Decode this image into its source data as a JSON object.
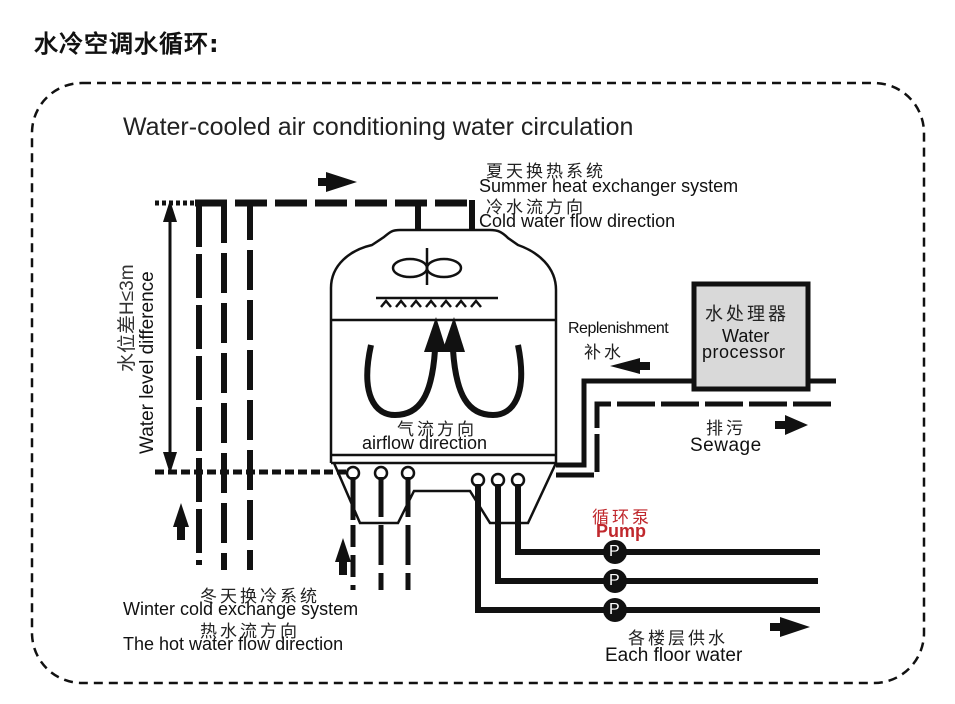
{
  "heading": "水冷空调水循环:",
  "diagram": {
    "title": "Water-cooled air conditioning water circulation",
    "summer": {
      "cn": "夏天换热系统",
      "en": "Summer heat exchanger system"
    },
    "cold_flow": {
      "cn": "冷水流方向",
      "en": "Cold water flow direction"
    },
    "water_level": {
      "cn": "水位差H≤3m",
      "en": "Water level difference"
    },
    "airflow": {
      "cn": "气流方向",
      "en": "airflow direction"
    },
    "replenishment": {
      "en": "Replenishment",
      "cn": "补水"
    },
    "water_processor": {
      "cn": "水处理器",
      "en_line1": "Water",
      "en_line2": "processor",
      "fill_color": "#d9d9d9"
    },
    "sewage": {
      "cn": "排污",
      "en": "Sewage"
    },
    "pump": {
      "cn": "循环泵",
      "en": "Pump",
      "color": "#c0282d",
      "symbol": "P",
      "count": 3
    },
    "floor_supply": {
      "cn": "各楼层供水",
      "en": "Each floor water"
    },
    "winter": {
      "cn": "冬天换冷系统",
      "en": "Winter cold exchange system"
    },
    "hot_flow": {
      "cn": "热水流方向",
      "en": "The hot water flow direction"
    }
  }
}
